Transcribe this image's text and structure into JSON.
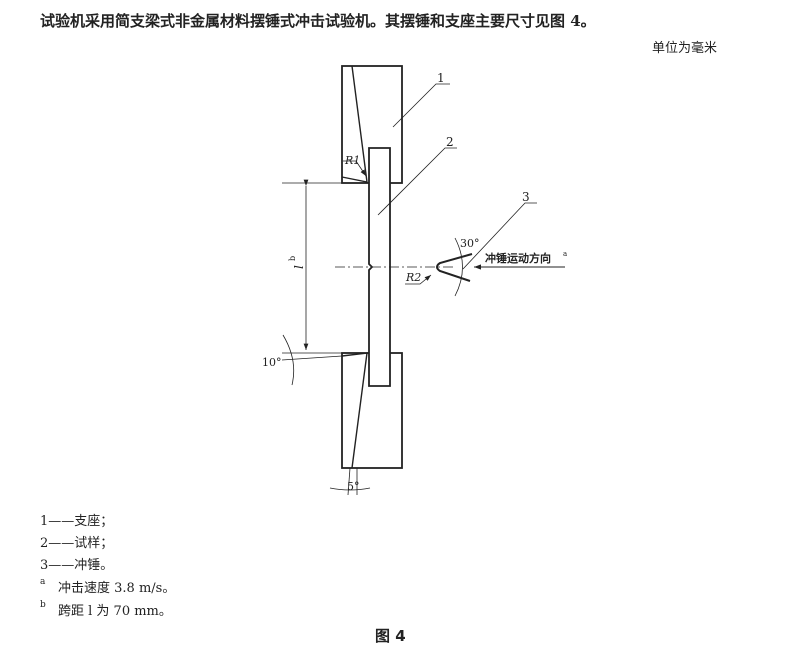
{
  "intro": "试验机采用简支梁式非金属材料摆锤式冲击试验机。其摆锤和支座主要尺寸见图 4。",
  "unit": "单位为毫米",
  "diagram": {
    "callouts": [
      "1",
      "2",
      "3"
    ],
    "r1": "R1",
    "r2": "R2",
    "angle_30": "30°",
    "angle_10": "10°",
    "angle_5": "5°",
    "span_label": "l",
    "span_note": "b",
    "direction_label": "冲锤运动方向",
    "direction_note": "a"
  },
  "legend": [
    {
      "key": "1",
      "text": "——支座；"
    },
    {
      "key": "2",
      "text": "——试样；"
    },
    {
      "key": "3",
      "text": "——冲锤。"
    }
  ],
  "notes": [
    {
      "mark": "a",
      "text": "冲击速度 3.8 m/s。"
    },
    {
      "mark": "b",
      "text": "跨距 l 为 70 mm。"
    }
  ],
  "figure_caption": "图 4"
}
